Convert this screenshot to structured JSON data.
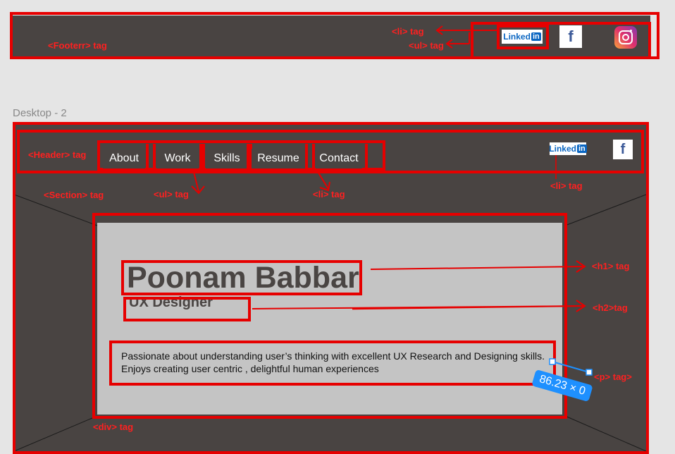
{
  "footer": {
    "tag_label": "<Footerr> tag",
    "li_label": "<li> tag",
    "ul_label": "<ul> tag",
    "linkedin_text": "Linked",
    "linkedin_in": "in",
    "facebook_glyph": "f"
  },
  "frame_title": "Desktop - 2",
  "header": {
    "tag_label": "<Header> tag",
    "nav": [
      "About",
      "Work",
      "Skills",
      "Resume",
      "Contact"
    ],
    "linkedin_text": "Linked",
    "linkedin_in": "in",
    "facebook_glyph": "f",
    "li_label": "<li> tag"
  },
  "section": {
    "tag_label": "<Section> tag",
    "ul_label": "<ul> tag",
    "li_label": "<li> tag"
  },
  "hero": {
    "name": "Poonam Babbar",
    "role": "UX Designer",
    "description": "Passionate about understanding user’s thinking with excellent UX Research and Designing skills. Enjoys creating user centric , delightful human experiences",
    "h1_label": "<h1> tag",
    "h2_label": "<h2>tag",
    "p_label": "<p> tag>",
    "div_label": "<div> tag"
  },
  "measure_badge": "86.23 × 0",
  "colors": {
    "annotation": "#e60000",
    "dark_bg": "#494442",
    "hero_bg": "#c4c4c4",
    "badge": "#1e90ff"
  }
}
